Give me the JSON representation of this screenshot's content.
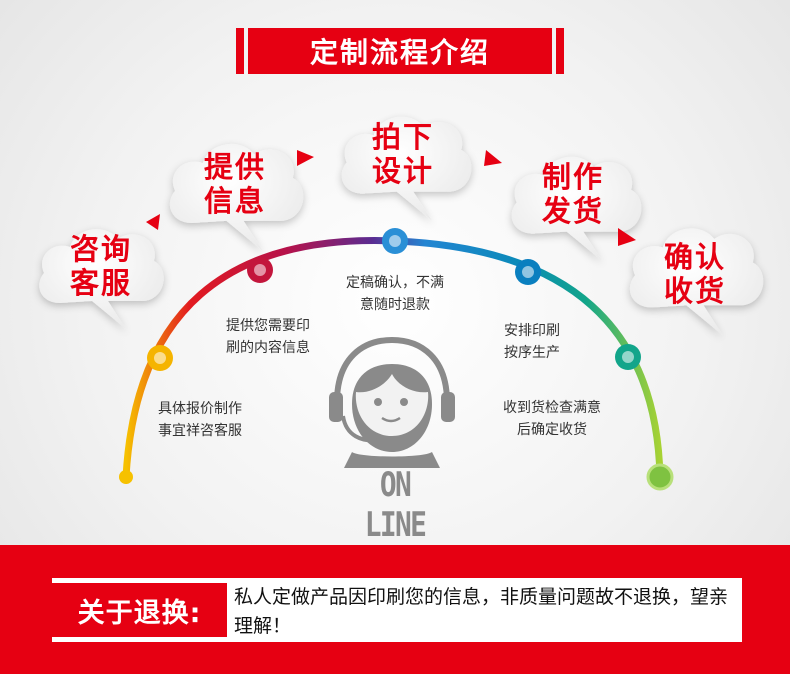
{
  "header": {
    "title": "定制流程介绍"
  },
  "steps": [
    {
      "label_line1": "咨询",
      "label_line2": "客服",
      "note_line1": "具体报价制作",
      "note_line2": "事宜祥咨客服",
      "dot_color": "#f5b400"
    },
    {
      "label_line1": "提供",
      "label_line2": "信息",
      "note_line1": "提供您需要印",
      "note_line2": "刷的内容信息",
      "dot_color": "#c3163c"
    },
    {
      "label_line1": "拍下",
      "label_line2": "设计",
      "note_line1": "定稿确认，不满",
      "note_line2": "意随时退款",
      "dot_color": "#2a8fd6"
    },
    {
      "label_line1": "制作",
      "label_line2": "发货",
      "note_line1": "安排印刷",
      "note_line2": "按序生产",
      "dot_color": "#0a7fbf"
    },
    {
      "label_line1": "确认",
      "label_line2": "收货",
      "note_line1": "收到货检查满意",
      "note_line2": "后确定收货",
      "dot_color": "#12a58a"
    }
  ],
  "online_badge": {
    "text": "ON LINE"
  },
  "returns": {
    "label": "关于退换:",
    "text": "私人定做产品因印刷您的信息，非质量问题故不退换，望亲理解！"
  },
  "colors": {
    "accent": "#e60012",
    "icon_gray": "#8a8a8a"
  },
  "icons": [
    "cloud-icon",
    "arrow-icon",
    "headset-agent-icon"
  ]
}
